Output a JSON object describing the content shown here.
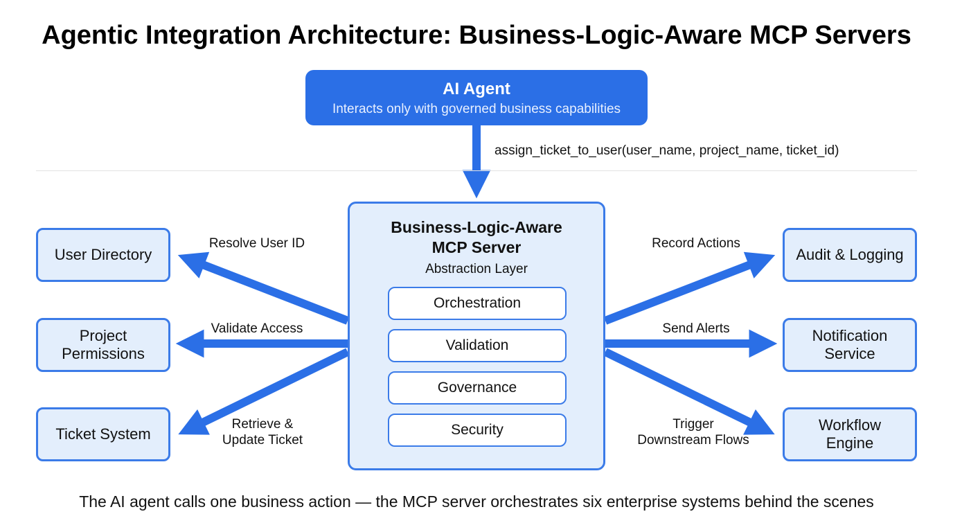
{
  "title": "Agentic Integration Architecture: Business-Logic-Aware MCP Servers",
  "agent": {
    "title": "AI Agent",
    "subtitle": "Interacts only with governed business capabilities"
  },
  "call_label": "assign_ticket_to_user(user_name, project_name, ticket_id)",
  "server": {
    "title_line1": "Business-Logic-Aware",
    "title_line2": "MCP Server",
    "subtitle": "Abstraction Layer",
    "layers": [
      "Orchestration",
      "Validation",
      "Governance",
      "Security"
    ]
  },
  "left_systems": [
    {
      "line1": "User Directory",
      "line2": "",
      "label_line1": "Resolve User ID",
      "label_line2": ""
    },
    {
      "line1": "Project",
      "line2": "Permissions",
      "label_line1": "Validate Access",
      "label_line2": ""
    },
    {
      "line1": "Ticket System",
      "line2": "",
      "label_line1": "Retrieve &",
      "label_line2": "Update Ticket"
    }
  ],
  "right_systems": [
    {
      "line1": "Audit & Logging",
      "line2": "",
      "label_line1": "Record Actions",
      "label_line2": ""
    },
    {
      "line1": "Notification",
      "line2": "Service",
      "label_line1": "Send Alerts",
      "label_line2": ""
    },
    {
      "line1": "Workflow",
      "line2": "Engine",
      "label_line1": "Trigger",
      "label_line2": "Downstream Flows"
    }
  ],
  "caption": "The AI agent calls one business action — the MCP server orchestrates six enterprise systems behind the scenes",
  "colors": {
    "accent": "#2b6fe6",
    "box_fill": "#e3eefc",
    "box_border": "#3b7be8",
    "text": "#111111"
  }
}
